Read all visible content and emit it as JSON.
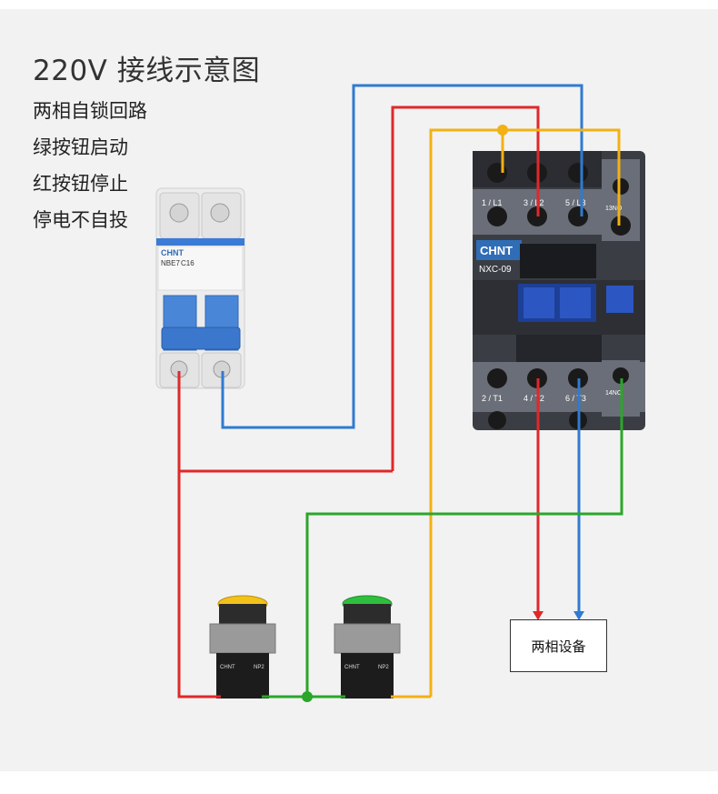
{
  "title": "220V 接线示意图",
  "notes": [
    "两相自锁回路",
    "绿按钮启动",
    "红按钮停止",
    "停电不自投"
  ],
  "breaker": {
    "brand": "CHNT",
    "model": "NBE7",
    "rating": "C16"
  },
  "contactor": {
    "brand": "CHNT",
    "model": "NXC-09",
    "top_terminals": [
      "1 / L1",
      "3 / L2",
      "5 / L3",
      "13NO"
    ],
    "bottom_terminals": [
      "2 / T1",
      "4 / T2",
      "6 / T3",
      "14NO"
    ]
  },
  "buttons": [
    {
      "color": "yellow",
      "brand": "CHNT",
      "model": "NP2"
    },
    {
      "color": "green",
      "brand": "CHNT",
      "model": "NP2"
    }
  ],
  "load_label": "两相设备",
  "colors": {
    "red": "#e0282a",
    "blue": "#2f7bd1",
    "yellow": "#f2b114",
    "green": "#2aa62a",
    "panel": "#f2f2f2"
  }
}
